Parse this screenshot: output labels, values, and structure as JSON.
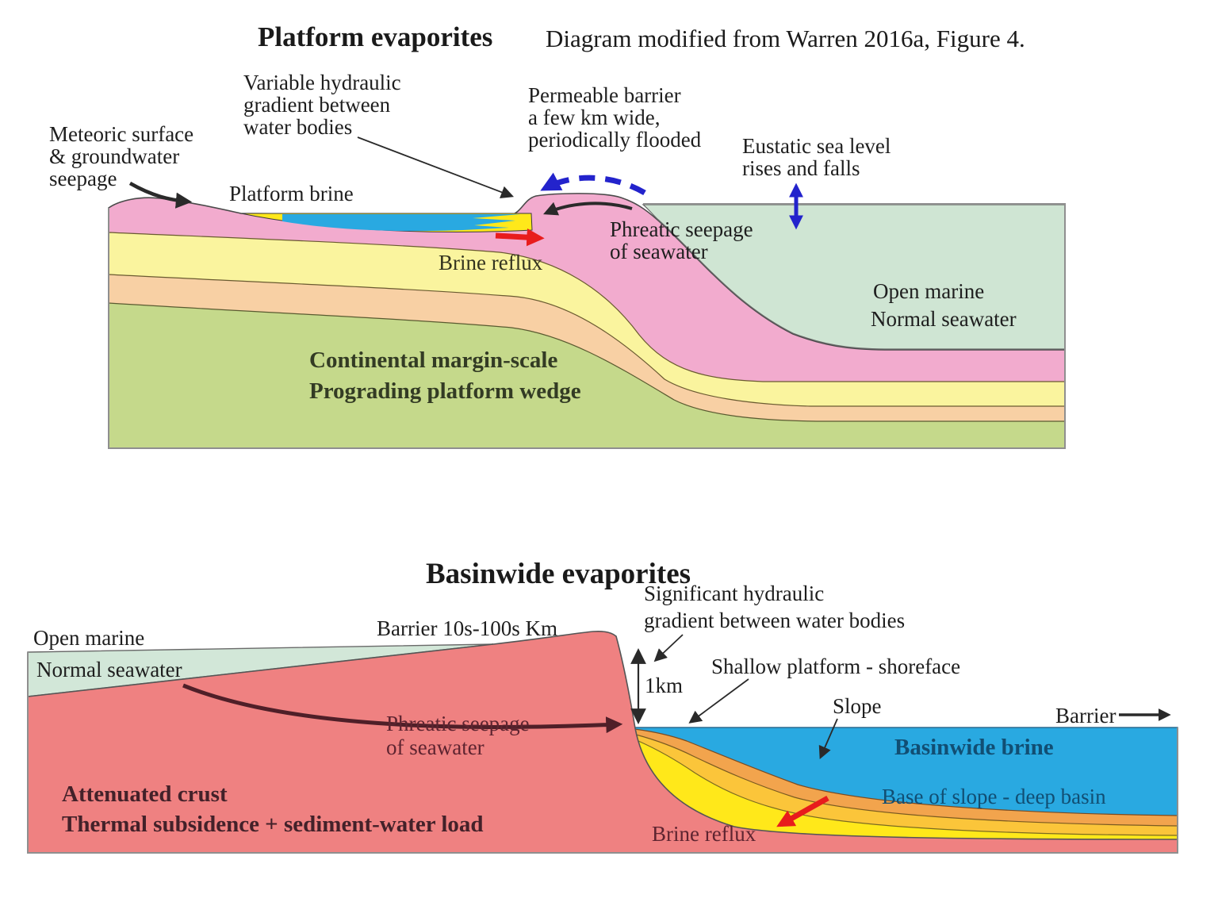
{
  "header": {
    "title": "Platform evaporites",
    "credit": "Diagram modified from Warren 2016a, Figure 4."
  },
  "colors": {
    "pink": "#F2ABCE",
    "pale_yellow": "#FAF49E",
    "peach": "#F8D0A4",
    "olive": "#C5D98B",
    "seawater_top": "#CFE5D3",
    "seawater_bottom": "#D2E7D8",
    "lagoon_blue": "#29A9E1",
    "bright_yellow": "#FFE81A",
    "crust_red": "#EF8181",
    "basin_blue": "#29A9E1",
    "orange": "#F2A44D",
    "gold": "#FBC53A",
    "arrow_red": "#E81C1C",
    "arrow_blue": "#2323CC",
    "dark_maroon": "#5E2430",
    "phreatic_arrow": "#4F1F28",
    "dark_blue_text": "#114E73"
  },
  "platform": {
    "meteoric": {
      "l1": "Meteoric surface",
      "l2": "& groundwater",
      "l3": "seepage"
    },
    "variable": {
      "l1": "Variable hydraulic",
      "l2": "gradient between",
      "l3": "water bodies"
    },
    "permeable": {
      "l1": "Permeable barrier",
      "l2": "a few km wide,",
      "l3": "periodically flooded"
    },
    "eustatic": {
      "l1": "Eustatic sea level",
      "l2": "rises and falls"
    },
    "platform_brine": "Platform brine",
    "phreatic": {
      "l1": "Phreatic seepage",
      "l2": "of seawater"
    },
    "open_marine": {
      "l1": "Open marine",
      "l2": "Normal seawater"
    },
    "brine_reflux": "Brine reflux",
    "wedge": {
      "l1": "Continental margin-scale",
      "l2": "Prograding platform wedge"
    }
  },
  "basinwide": {
    "title": "Basinwide evaporites",
    "open_marine": {
      "l1": "Open marine",
      "l2": "Normal seawater"
    },
    "barrier_width": "Barrier 10s-100s Km",
    "significant": {
      "l1": "Significant hydraulic",
      "l2": "gradient between water bodies"
    },
    "scale_1km": "1km",
    "shallow_platform": "Shallow platform - shoreface",
    "slope": "Slope",
    "barrier": "Barrier",
    "basinwide_brine": "Basinwide brine",
    "base_of_slope": "Base of slope - deep basin",
    "phreatic": {
      "l1": "Phreatic seepage",
      "l2": "of seawater"
    },
    "attenuated": {
      "l1": "Attenuated crust",
      "l2": "Thermal subsidence + sediment-water load"
    },
    "brine_reflux": "Brine reflux"
  }
}
